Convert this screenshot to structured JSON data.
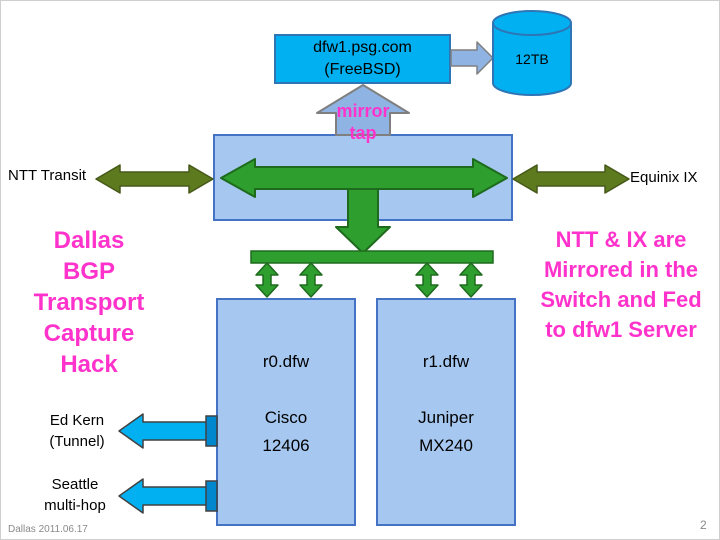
{
  "slide": {
    "footer": "Dallas 2011.06.17",
    "page_number": "2"
  },
  "colors": {
    "cyan": "#00B0F0",
    "light_blue_fill": "#A6C8F0",
    "blue_border": "#4472C4",
    "green_arrow": "#2E9E2E",
    "green_arrow_border": "#1E6B1E",
    "olive_arrow": "#5E7A1E",
    "steel_arrow": "#8FB4E4",
    "magenta_text": "#FF33CC"
  },
  "server_box": {
    "line1": "dfw1.psg.com",
    "line2": "(FreeBSD)"
  },
  "storage": {
    "label": "12TB"
  },
  "mirror_tap": {
    "line1": "mirror",
    "line2": "tap"
  },
  "transit_links": {
    "left": "NTT Transit",
    "right": "Equinix IX"
  },
  "left_note": {
    "lines": [
      "Dallas",
      "BGP",
      "Transport",
      "Capture",
      "Hack"
    ]
  },
  "right_note": {
    "lines": [
      "NTT & IX are",
      "Mirrored in the",
      "Switch and Fed",
      "to dfw1 Server"
    ]
  },
  "routers": [
    {
      "name": "r0.dfw",
      "vendor": "Cisco",
      "model": "12406"
    },
    {
      "name": "r1.dfw",
      "vendor": "Juniper",
      "model": "MX240"
    }
  ],
  "tunnels": [
    {
      "lines": [
        "Ed Kern",
        "(Tunnel)"
      ]
    },
    {
      "lines": [
        "Seattle",
        "multi-hop"
      ]
    }
  ]
}
